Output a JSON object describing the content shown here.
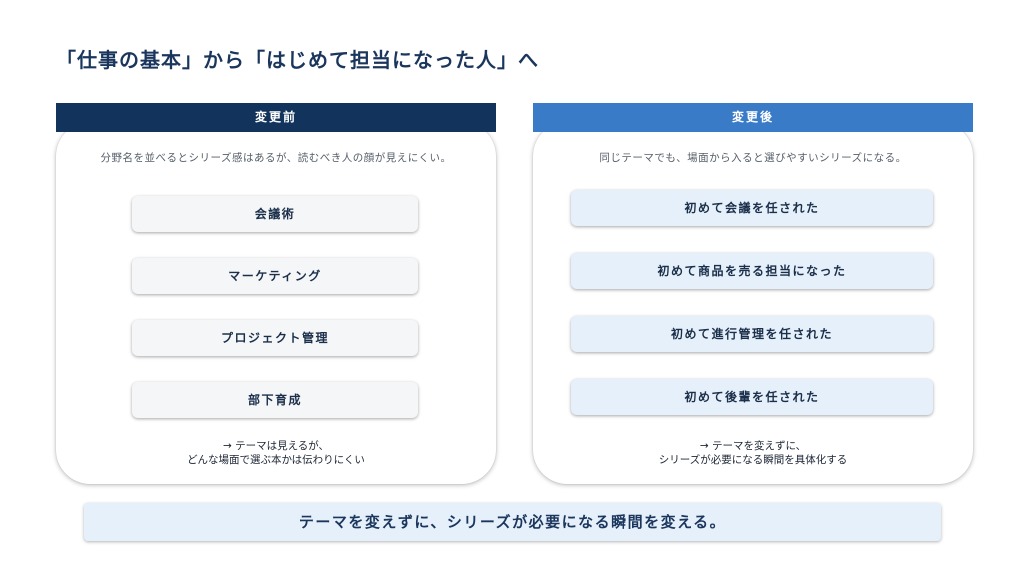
{
  "title": "「仕事の基本」から「はじめて担当になった人」へ",
  "before": {
    "header": "変更前",
    "note": "分野名を並べるとシリーズ感はあるが、読むべき人の顔が見えにくい。",
    "items": [
      "会議術",
      "マーケティング",
      "プロジェクト管理",
      "部下育成"
    ],
    "footer_line1": "→ テーマは見えるが、",
    "footer_line2": "どんな場面で選ぶ本かは伝わりにくい"
  },
  "after": {
    "header": "変更後",
    "note": "同じテーマでも、場面から入ると選びやすいシリーズになる。",
    "items": [
      "初めて会議を任された",
      "初めて商品を売る担当になった",
      "初めて進行管理を任された",
      "初めて後輩を任された"
    ],
    "footer_line1": "→ テーマを変えずに、",
    "footer_line2": "シリーズが必要になる瞬間を具体化する"
  },
  "banner": "テーマを変えずに、シリーズが必要になる瞬間を変える。",
  "colors": {
    "before_header": "#12335c",
    "after_header": "#3a7bc8",
    "after_item_bg": "#e6f0fa",
    "before_item_bg": "#f5f6f8"
  }
}
